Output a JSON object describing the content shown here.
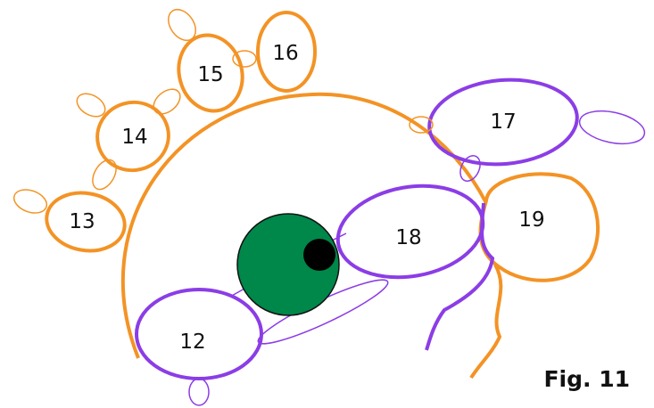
{
  "labels": {
    "n12": "12",
    "n13": "13",
    "n14": "14",
    "n15": "15",
    "n16": "16",
    "n17": "17",
    "n18": "18",
    "n19": "19"
  },
  "caption": "Fig. 11",
  "colors": {
    "orange": "#F39325",
    "purple": "#8B3DE6",
    "green": "#00874A",
    "black": "#000000"
  }
}
